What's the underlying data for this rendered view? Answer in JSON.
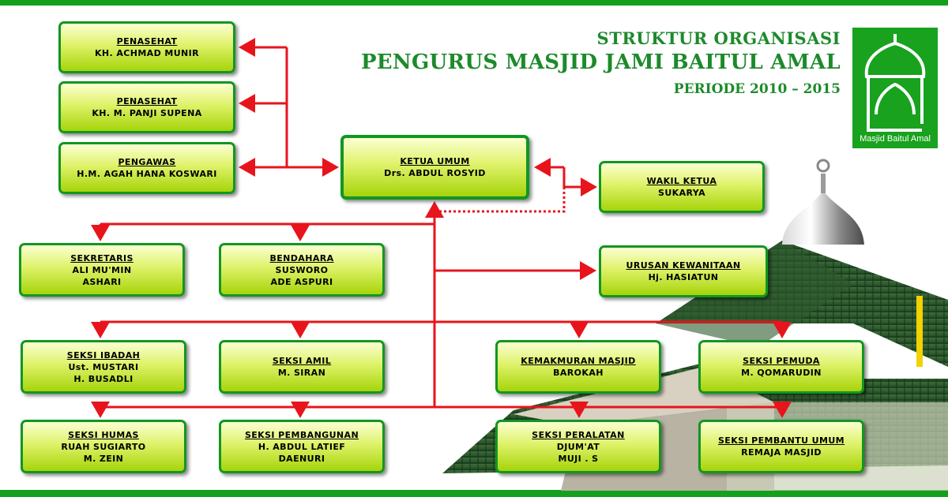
{
  "header": {
    "line1": "STRUKTUR ORGANISASI",
    "line2": "PENGURUS MASJID JAMI BAITUL AMAL",
    "line3": "PERIODE  2010 – 2015"
  },
  "logo": {
    "text": "Masjid Baitul Amal"
  },
  "colors": {
    "accent_green": "#14a01c",
    "title_green": "#1d8a2b",
    "connector_red": "#e8141c",
    "box_border": "#129622"
  },
  "nodes": {
    "penasehat1": {
      "role": "PENASEHAT",
      "names": [
        "KH. ACHMAD MUNIR"
      ]
    },
    "penasehat2": {
      "role": "PENASEHAT",
      "names": [
        "KH. M. PANJI SUPENA"
      ]
    },
    "pengawas": {
      "role": "PENGAWAS",
      "names": [
        "H.M. AGAH HANA KOSWARI"
      ]
    },
    "ketua": {
      "role": "KETUA UMUM",
      "names": [
        "Drs. ABDUL ROSYID"
      ]
    },
    "wakil": {
      "role": "WAKIL KETUA",
      "names": [
        "SUKARYA"
      ]
    },
    "sekretaris": {
      "role": "SEKRETARIS",
      "names": [
        "ALI MU'MIN",
        "ASHARI"
      ]
    },
    "bendahara": {
      "role": "BENDAHARA",
      "names": [
        "SUSWORO",
        "ADE ASPURI"
      ]
    },
    "kewanitaan": {
      "role": "URUSAN KEWANITAAN",
      "names": [
        "Hj. HASIATUN"
      ]
    },
    "ibadah": {
      "role": "SEKSI IBADAH",
      "names": [
        "Ust. MUSTARI",
        "H. BUSADLI"
      ]
    },
    "amil": {
      "role": "SEKSI AMIL",
      "names": [
        "M. SIRAN"
      ]
    },
    "kemakmuran": {
      "role": "KEMAKMURAN MASJID",
      "names": [
        "BAROKAH"
      ]
    },
    "pemuda": {
      "role": "SEKSI PEMUDA",
      "names": [
        "M. QOMARUDIN"
      ]
    },
    "humas": {
      "role": "SEKSI HUMAS",
      "names": [
        "RUAH SUGIARTO",
        "M. ZEIN"
      ]
    },
    "pembangunan": {
      "role": "SEKSI PEMBANGUNAN",
      "names": [
        "H. ABDUL LATIEF",
        "DAENURI"
      ]
    },
    "peralatan": {
      "role": "SEKSI PERALATAN",
      "names": [
        "DJUM'AT",
        "MUJI . S"
      ]
    },
    "pembantu": {
      "role": "SEKSI PEMBANTU UMUM",
      "names": [
        "REMAJA  MASJID"
      ]
    }
  }
}
